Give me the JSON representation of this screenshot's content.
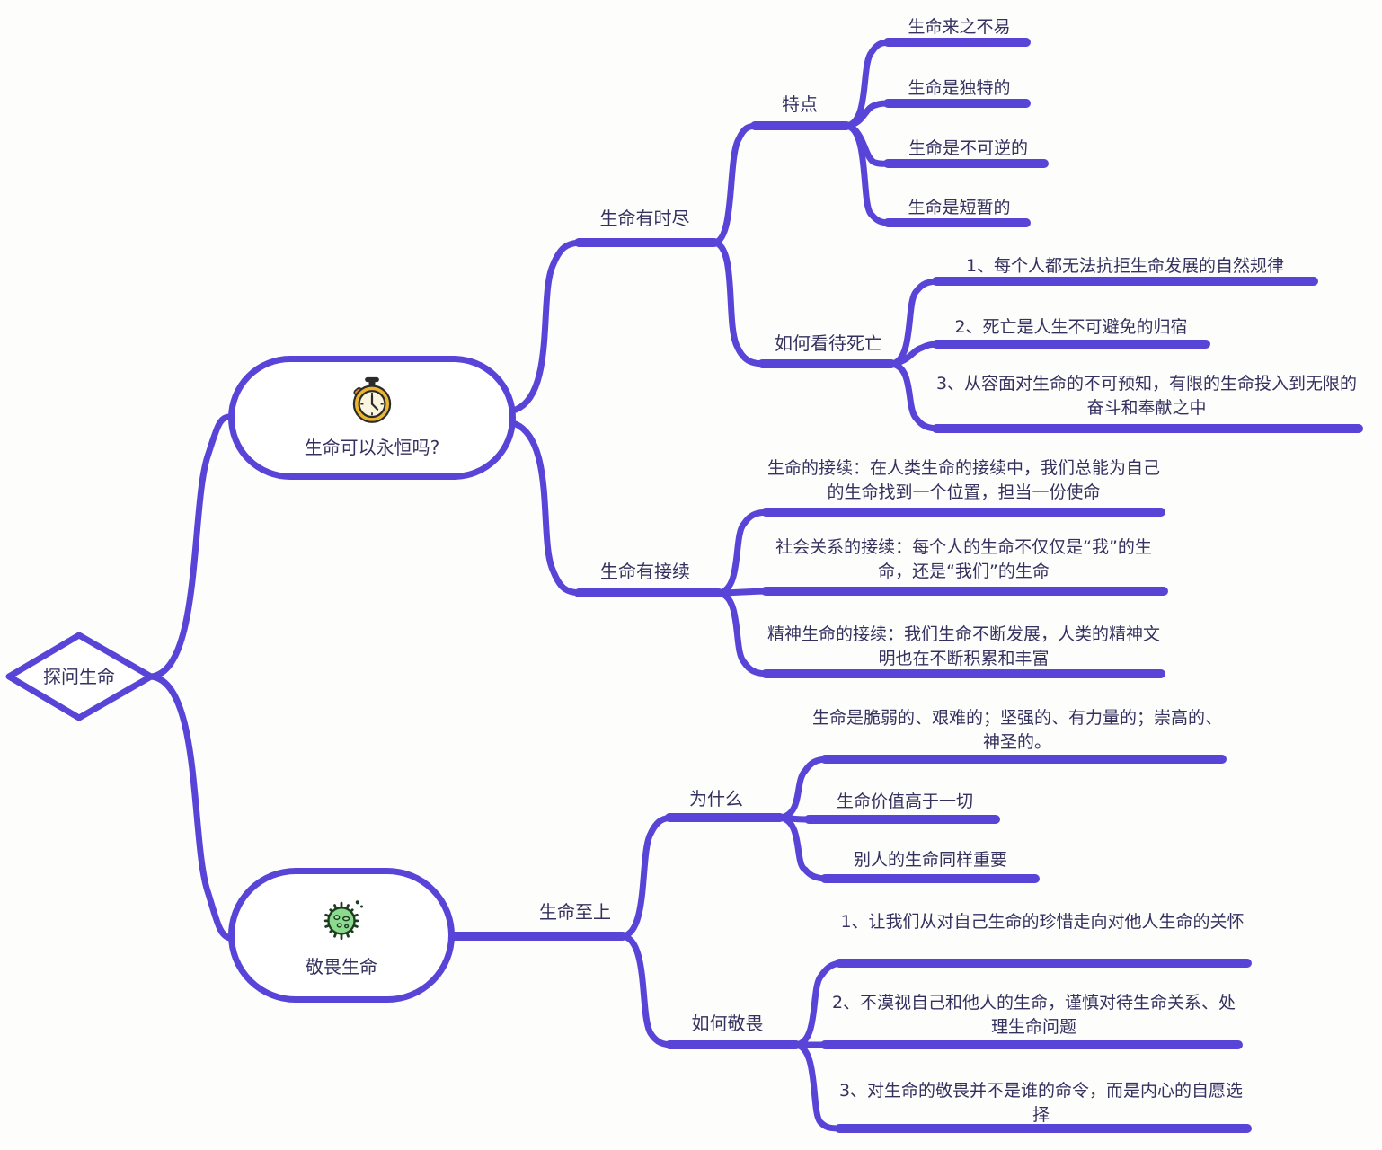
{
  "colors": {
    "line": "#5845D8",
    "text": "#35315F",
    "node_fill": "#FFFFFF",
    "background": "#FDFDFC",
    "stopwatch_gold": "#ECB52F",
    "virus_green": "#8ADB8E"
  },
  "root": {
    "label": "探问生命"
  },
  "branches": [
    {
      "label": "生命可以永恒吗?",
      "icon": "stopwatch",
      "children": [
        {
          "label": "生命有时尽",
          "children": [
            {
              "label": "特点",
              "children": [
                {
                  "label": "生命来之不易"
                },
                {
                  "label": "生命是独特的"
                },
                {
                  "label": "生命是不可逆的"
                },
                {
                  "label": "生命是短暂的"
                }
              ]
            },
            {
              "label": "如何看待死亡",
              "children": [
                {
                  "label": "1、每个人都无法抗拒生命发展的自然规律"
                },
                {
                  "label": "2、死亡是人生不可避免的归宿"
                },
                {
                  "label": "3、从容面对生命的不可预知，有限的生命投入到无限的奋斗和奉献之中"
                }
              ]
            }
          ]
        },
        {
          "label": "生命有接续",
          "children": [
            {
              "label": "生命的接续：在人类生命的接续中，我们总能为自己的生命找到一个位置，担当一份使命"
            },
            {
              "label": "社会关系的接续：每个人的生命不仅仅是“我”的生命，还是“我们”的生命"
            },
            {
              "label": "精神生命的接续：我们生命不断发展，人类的精神文明也在不断积累和丰富"
            }
          ]
        }
      ]
    },
    {
      "label": "敬畏生命",
      "icon": "virus",
      "children": [
        {
          "label": "生命至上",
          "children": [
            {
              "label": "为什么",
              "children": [
                {
                  "label": "生命是脆弱的、艰难的；坚强的、有力量的；崇高的、神圣的。"
                },
                {
                  "label": "生命价值高于一切"
                },
                {
                  "label": "别人的生命同样重要"
                }
              ]
            },
            {
              "label": "如何敬畏",
              "children": [
                {
                  "label": "1、让我们从对自己生命的珍惜走向对他人生命的关怀"
                },
                {
                  "label": "2、不漠视自己和他人的生命，谨慎对待生命关系、处理生命问题"
                },
                {
                  "label": "3、对生命的敬畏并不是谁的命令，而是内心的自愿选择"
                }
              ]
            }
          ]
        }
      ]
    }
  ]
}
